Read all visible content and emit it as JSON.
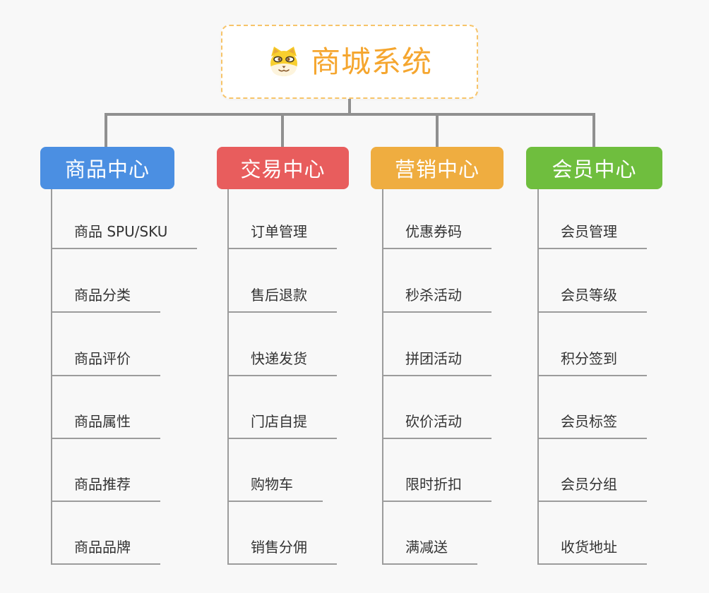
{
  "root": {
    "title": "商城系统",
    "icon": "doge-icon"
  },
  "branches": [
    {
      "label": "商品中心",
      "color": "#4b8fe2",
      "items": [
        "商品 SPU/SKU",
        "商品分类",
        "商品评价",
        "商品属性",
        "商品推荐",
        "商品品牌"
      ]
    },
    {
      "label": "交易中心",
      "color": "#e85d5d",
      "items": [
        "订单管理",
        "售后退款",
        "快递发货",
        "门店自提",
        "购物车",
        "销售分佣"
      ]
    },
    {
      "label": "营销中心",
      "color": "#efad40",
      "items": [
        "优惠券码",
        "秒杀活动",
        "拼团活动",
        "砍价活动",
        "限时折扣",
        "满减送"
      ]
    },
    {
      "label": "会员中心",
      "color": "#6fbe3e",
      "items": [
        "会员管理",
        "会员等级",
        "积分签到",
        "会员标签",
        "会员分组",
        "收货地址"
      ]
    }
  ],
  "colors": {
    "background": "#f8f8f8",
    "connector": "#909090",
    "leaf_line": "#9c9c9c",
    "leaf_text": "#333333",
    "root_text": "#f5a62f",
    "root_border": "#f7c469"
  }
}
